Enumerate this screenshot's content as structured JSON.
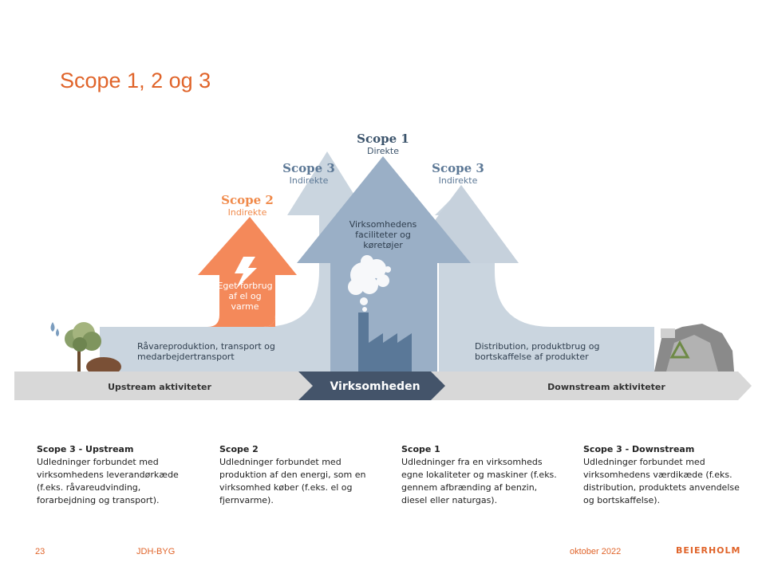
{
  "title": "Scope 1, 2 og 3",
  "scopes": {
    "scope1": {
      "name": "Scope 1",
      "sub": "Direkte",
      "inner": "Virksomhedens faciliteter og køretøjer"
    },
    "scope2": {
      "name": "Scope 2",
      "sub": "Indirekte",
      "inner": "Eget forbrug af el og varme"
    },
    "scope3_left": {
      "name": "Scope 3",
      "sub": "Indirekte",
      "inner": "Råvareproduktion, transport og medarbejdertransport"
    },
    "scope3_right": {
      "name": "Scope 3",
      "sub": "Indirekte",
      "inner": "Distribution, produktbrug og bortskaffelse af produkter"
    }
  },
  "bar": {
    "upstream": "Upstream aktiviteter",
    "center": "Virksomheden",
    "downstream": "Downstream aktiviteter"
  },
  "descriptions": [
    {
      "heading": "Scope 3 - Upstream",
      "body": "Udledninger forbundet med virksomhedens leverandørkæde (f.eks. råvareudvinding, forarbejdning og transport)."
    },
    {
      "heading": "Scope 2",
      "body": "Udledninger forbundet med produktion af den energi, som en virksomhed køber (f.eks. el og fjernvarme)."
    },
    {
      "heading": "Scope 1",
      "body": "Udledninger fra en virksomheds egne lokaliteter og maskiner (f.eks. gennem afbrænding af benzin, diesel eller naturgas)."
    },
    {
      "heading": "Scope 3 - Downstream",
      "body": "Udledninger forbundet med virksomhedens værdikæde (f.eks. distribution, produktets anvendelse og bortskaffelse)."
    }
  ],
  "footer": {
    "page": "23",
    "project": "JDH-BYG",
    "date": "oktober 2022",
    "logo": "BEIERHOLM"
  },
  "colors": {
    "accent": "#e0642a",
    "scope2": "#f4895a",
    "scope3": "#c6d1dc",
    "scope1": "#9aafc6",
    "company": "#44546a"
  },
  "icons": [
    "tree-icon",
    "water-drop-icon",
    "lightning-icon",
    "smoke-cloud-icon",
    "factory-icon",
    "recycle-icon",
    "waste-pile-icon"
  ]
}
